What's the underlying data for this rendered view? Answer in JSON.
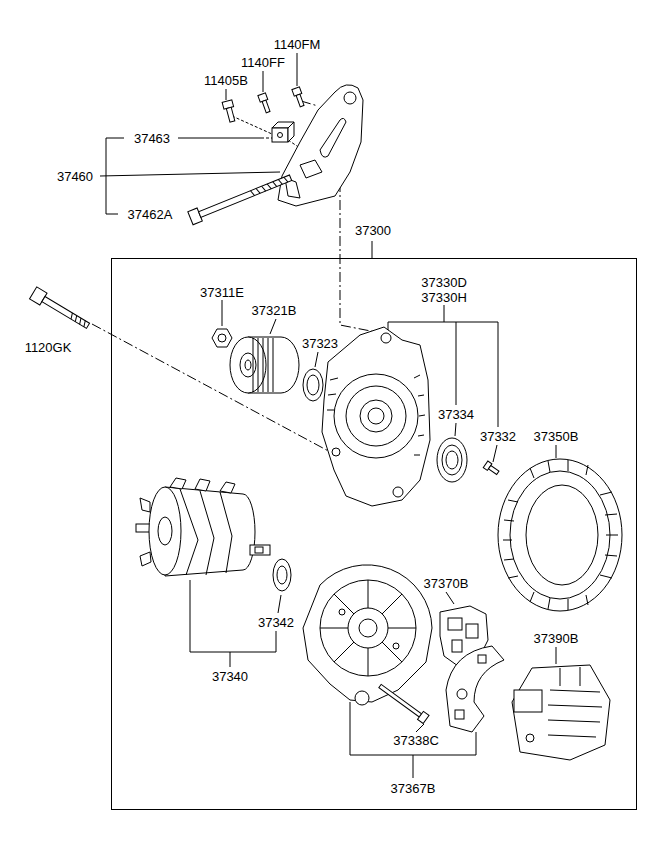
{
  "diagram": {
    "nodes": [
      {
        "text": [
          "37300"
        ]
      }
    ],
    "labels": [
      "1140FM",
      "1140FF",
      "11405B",
      "37463",
      "37460",
      "37462A",
      "37311E",
      "37330D",
      "37321B",
      "37330H",
      "1120GK",
      "37323",
      "37334",
      "37332",
      "37350B",
      "37370B",
      "37342",
      "37390B",
      "37340",
      "37338C",
      "37367B"
    ]
  }
}
